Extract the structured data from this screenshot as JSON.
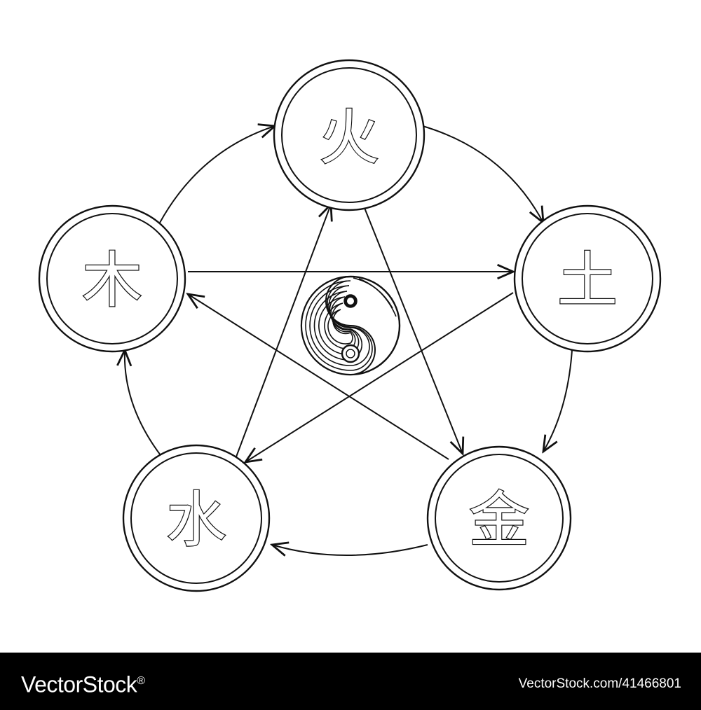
{
  "nodes": [
    {
      "key": "top",
      "glyph": "火"
    },
    {
      "key": "right",
      "glyph": "土"
    },
    {
      "key": "bottom-right",
      "glyph": "金"
    },
    {
      "key": "bottom-left",
      "glyph": "水"
    },
    {
      "key": "left",
      "glyph": "木"
    }
  ],
  "center": {
    "icon": "yin-yang-icon"
  },
  "colors": {
    "ink": "#111111",
    "background": "#ffffff",
    "footer_bg": "#000000",
    "footer_text": "#ffffff"
  },
  "footer": {
    "logo_text": "VectorStock",
    "logo_mark": "®",
    "image_id": "VectorStock.com/41466801"
  }
}
